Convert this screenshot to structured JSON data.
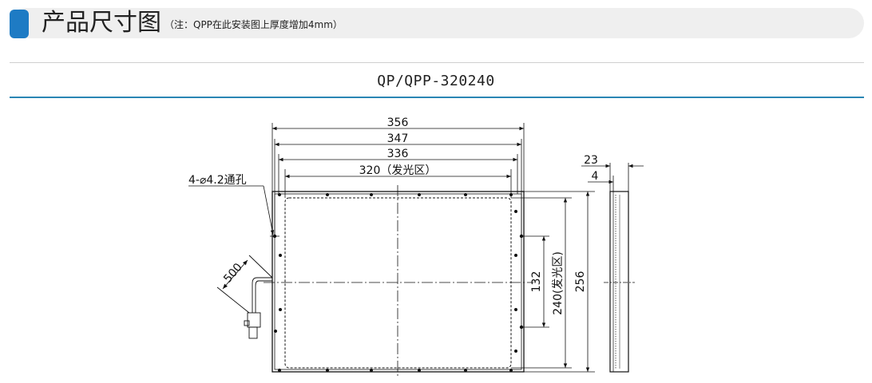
{
  "header": {
    "title": "产品尺寸图",
    "note": "（注：QPP在此安装图上厚度增加4mm）"
  },
  "model": {
    "name": "QP/QPP-320240"
  },
  "dimensions": {
    "width_overall": "356",
    "width_mount": "347",
    "width_inner": "336",
    "width_emitting": "320（发光区）",
    "height_overall": "256",
    "height_emitting": "240(发光区)",
    "height_mount": "132",
    "hole_spec": "4-⌀4.2通孔",
    "cable_length": "500",
    "thickness_total": "23",
    "thickness_plate": "4"
  },
  "colors": {
    "accent": "#1e7bc4",
    "rule": "#2a86b4",
    "header_bg": "#efefef"
  }
}
